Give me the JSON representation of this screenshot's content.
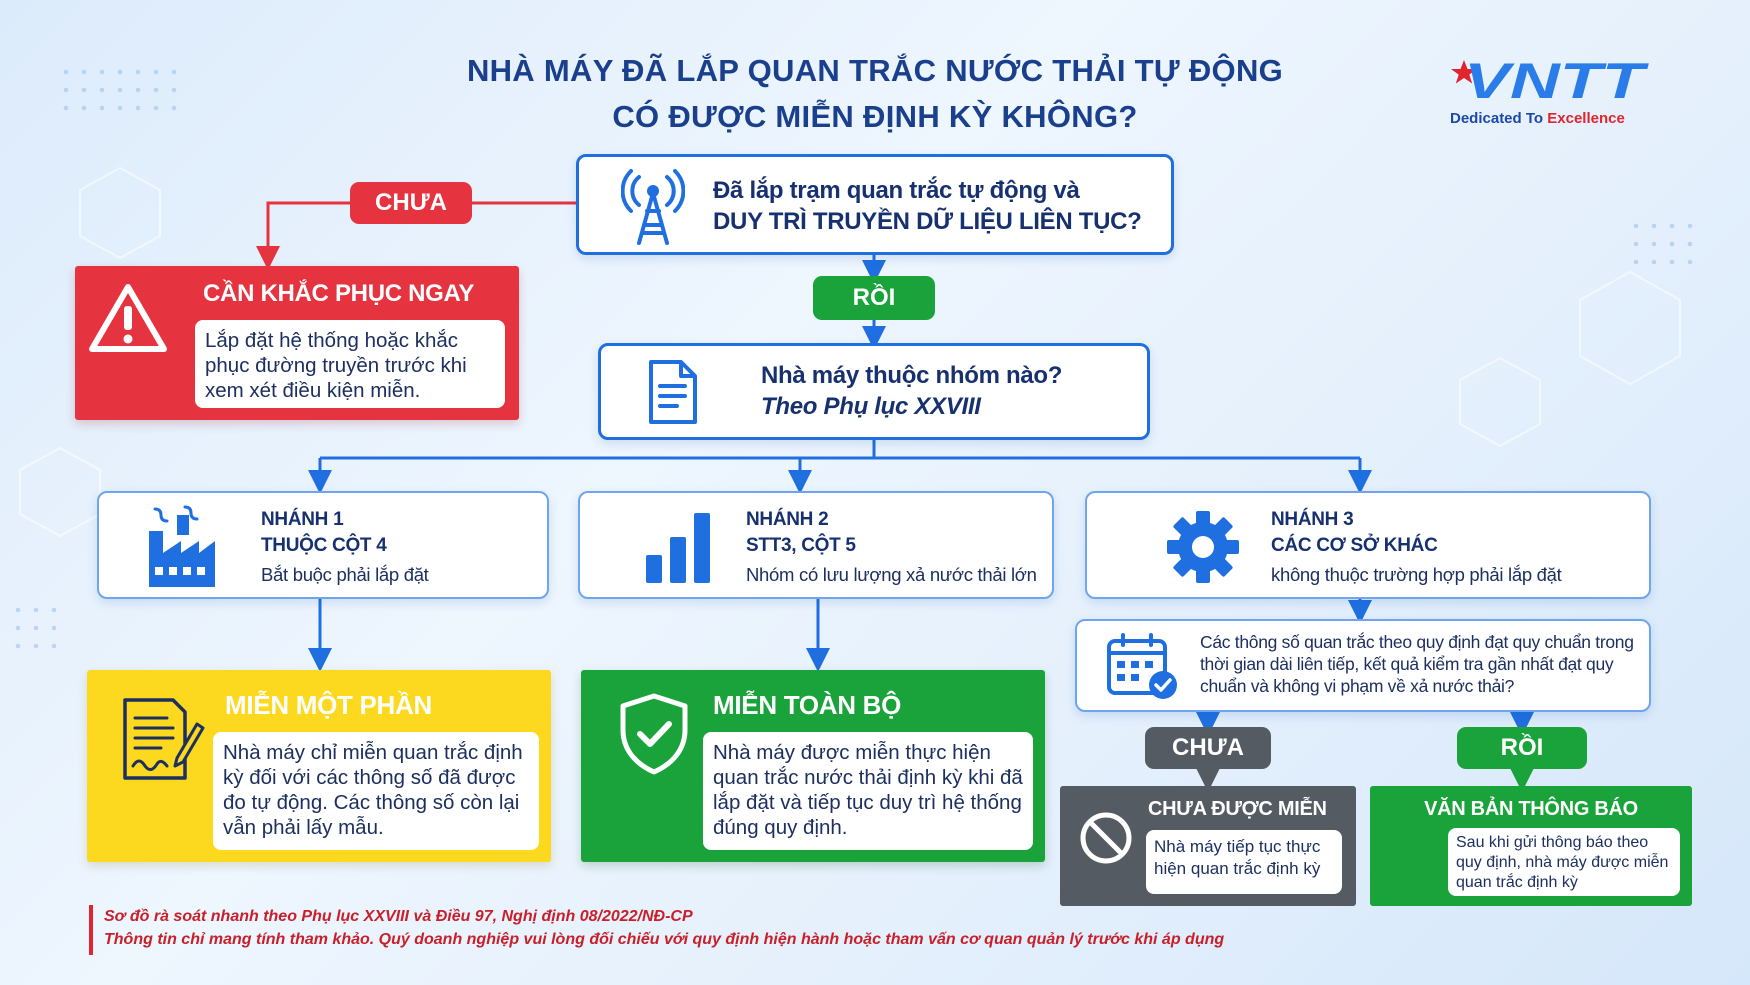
{
  "header": {
    "title_line1": "NHÀ MÁY ĐÃ LẮP QUAN TRẮC NƯỚC THẢI TỰ ĐỘNG",
    "title_line2": "CÓ ĐƯỢC MIỄN ĐỊNH KỲ KHÔNG?"
  },
  "logo": {
    "wordmark": "VNTT",
    "slogan_prefix": "Dedicated To ",
    "slogan_highlight": "Excellence"
  },
  "colors": {
    "primary_blue": "#1f6fe0",
    "navy_text": "#17306f",
    "alert_red": "#e63340",
    "success_green": "#1aa33a",
    "warning_yellow": "#fcd81e",
    "neutral_gray": "#555b63"
  },
  "q1": {
    "icon": "antenna-tower-icon",
    "line1": "Đã lắp trạm quan trắc tự động và",
    "line2": "DUY TRÌ TRUYỀN DỮ LIỆU LIÊN TỤC?"
  },
  "label_no_top": "CHƯA",
  "label_yes_top": "RỒI",
  "fix_now": {
    "icon": "warning-triangle-icon",
    "title": "CẦN KHẮC PHỤC NGAY",
    "text": "Lắp đặt hệ thống hoặc khắc phục đường truyền trước khi xem xét điều kiện miễn."
  },
  "q2": {
    "icon": "document-icon",
    "line1": "Nhà máy thuộc nhóm nào?",
    "line2": "Theo Phụ lục XXVIII"
  },
  "branches": [
    {
      "icon": "factory-icon",
      "line1": "NHÁNH 1",
      "line2": "THUỘC CỘT 4",
      "desc": "Bắt buộc phải lắp đặt"
    },
    {
      "icon": "bar-chart-icon",
      "line1": "NHÁNH 2",
      "line2": "STT3, CỘT 5",
      "desc": "Nhóm có lưu lượng xả nước thải lớn"
    },
    {
      "icon": "gear-icon",
      "line1": "NHÁNH 3",
      "line2": "CÁC CƠ SỞ KHÁC",
      "desc": "không thuộc trường hợp phải lắp đặt"
    }
  ],
  "partial": {
    "icon": "contract-signature-icon",
    "title": "MIỄN MỘT PHẦN",
    "text": "Nhà máy chỉ miễn quan trắc định kỳ đối với các thông số đã được đo tự động. Các thông số còn lại vẫn phải lấy mẫu."
  },
  "full": {
    "icon": "shield-check-icon",
    "title": "MIỄN TOÀN BỘ",
    "text": "Nhà máy được miễn thực hiện quan trắc nước thải định kỳ khi đã lắp đặt và tiếp tục duy trì hệ thống đúng quy định."
  },
  "q3": {
    "icon": "calendar-check-icon",
    "text": "Các thông số quan trắc theo quy định đạt quy chuẩn trong thời gian dài liên tiếp, kết quả kiểm tra gần nhất đạt quy chuẩn và không vi phạm về xả nước thải?"
  },
  "label_no_bottom": "CHƯA",
  "label_yes_bottom": "RỒI",
  "not_exempt": {
    "icon": "prohibited-icon",
    "title": "CHƯA ĐƯỢC MIỄN",
    "text": "Nhà máy tiếp tục thực hiện quan trắc định kỳ"
  },
  "notice": {
    "title": "VĂN BẢN THÔNG BÁO",
    "text": "Sau khi gửi thông báo theo quy định, nhà máy được miễn quan trắc định kỳ"
  },
  "footer": {
    "note1": "Sơ đồ rà soát nhanh theo Phụ lục XXVIII và Điều 97, Nghị định 08/2022/NĐ-CP",
    "note2": "Thông tin chỉ mang tính tham khảo. Quý doanh nghiệp vui lòng đối chiếu với quy định hiện hành hoặc tham vấn cơ quan quản lý trước khi áp dụng"
  }
}
